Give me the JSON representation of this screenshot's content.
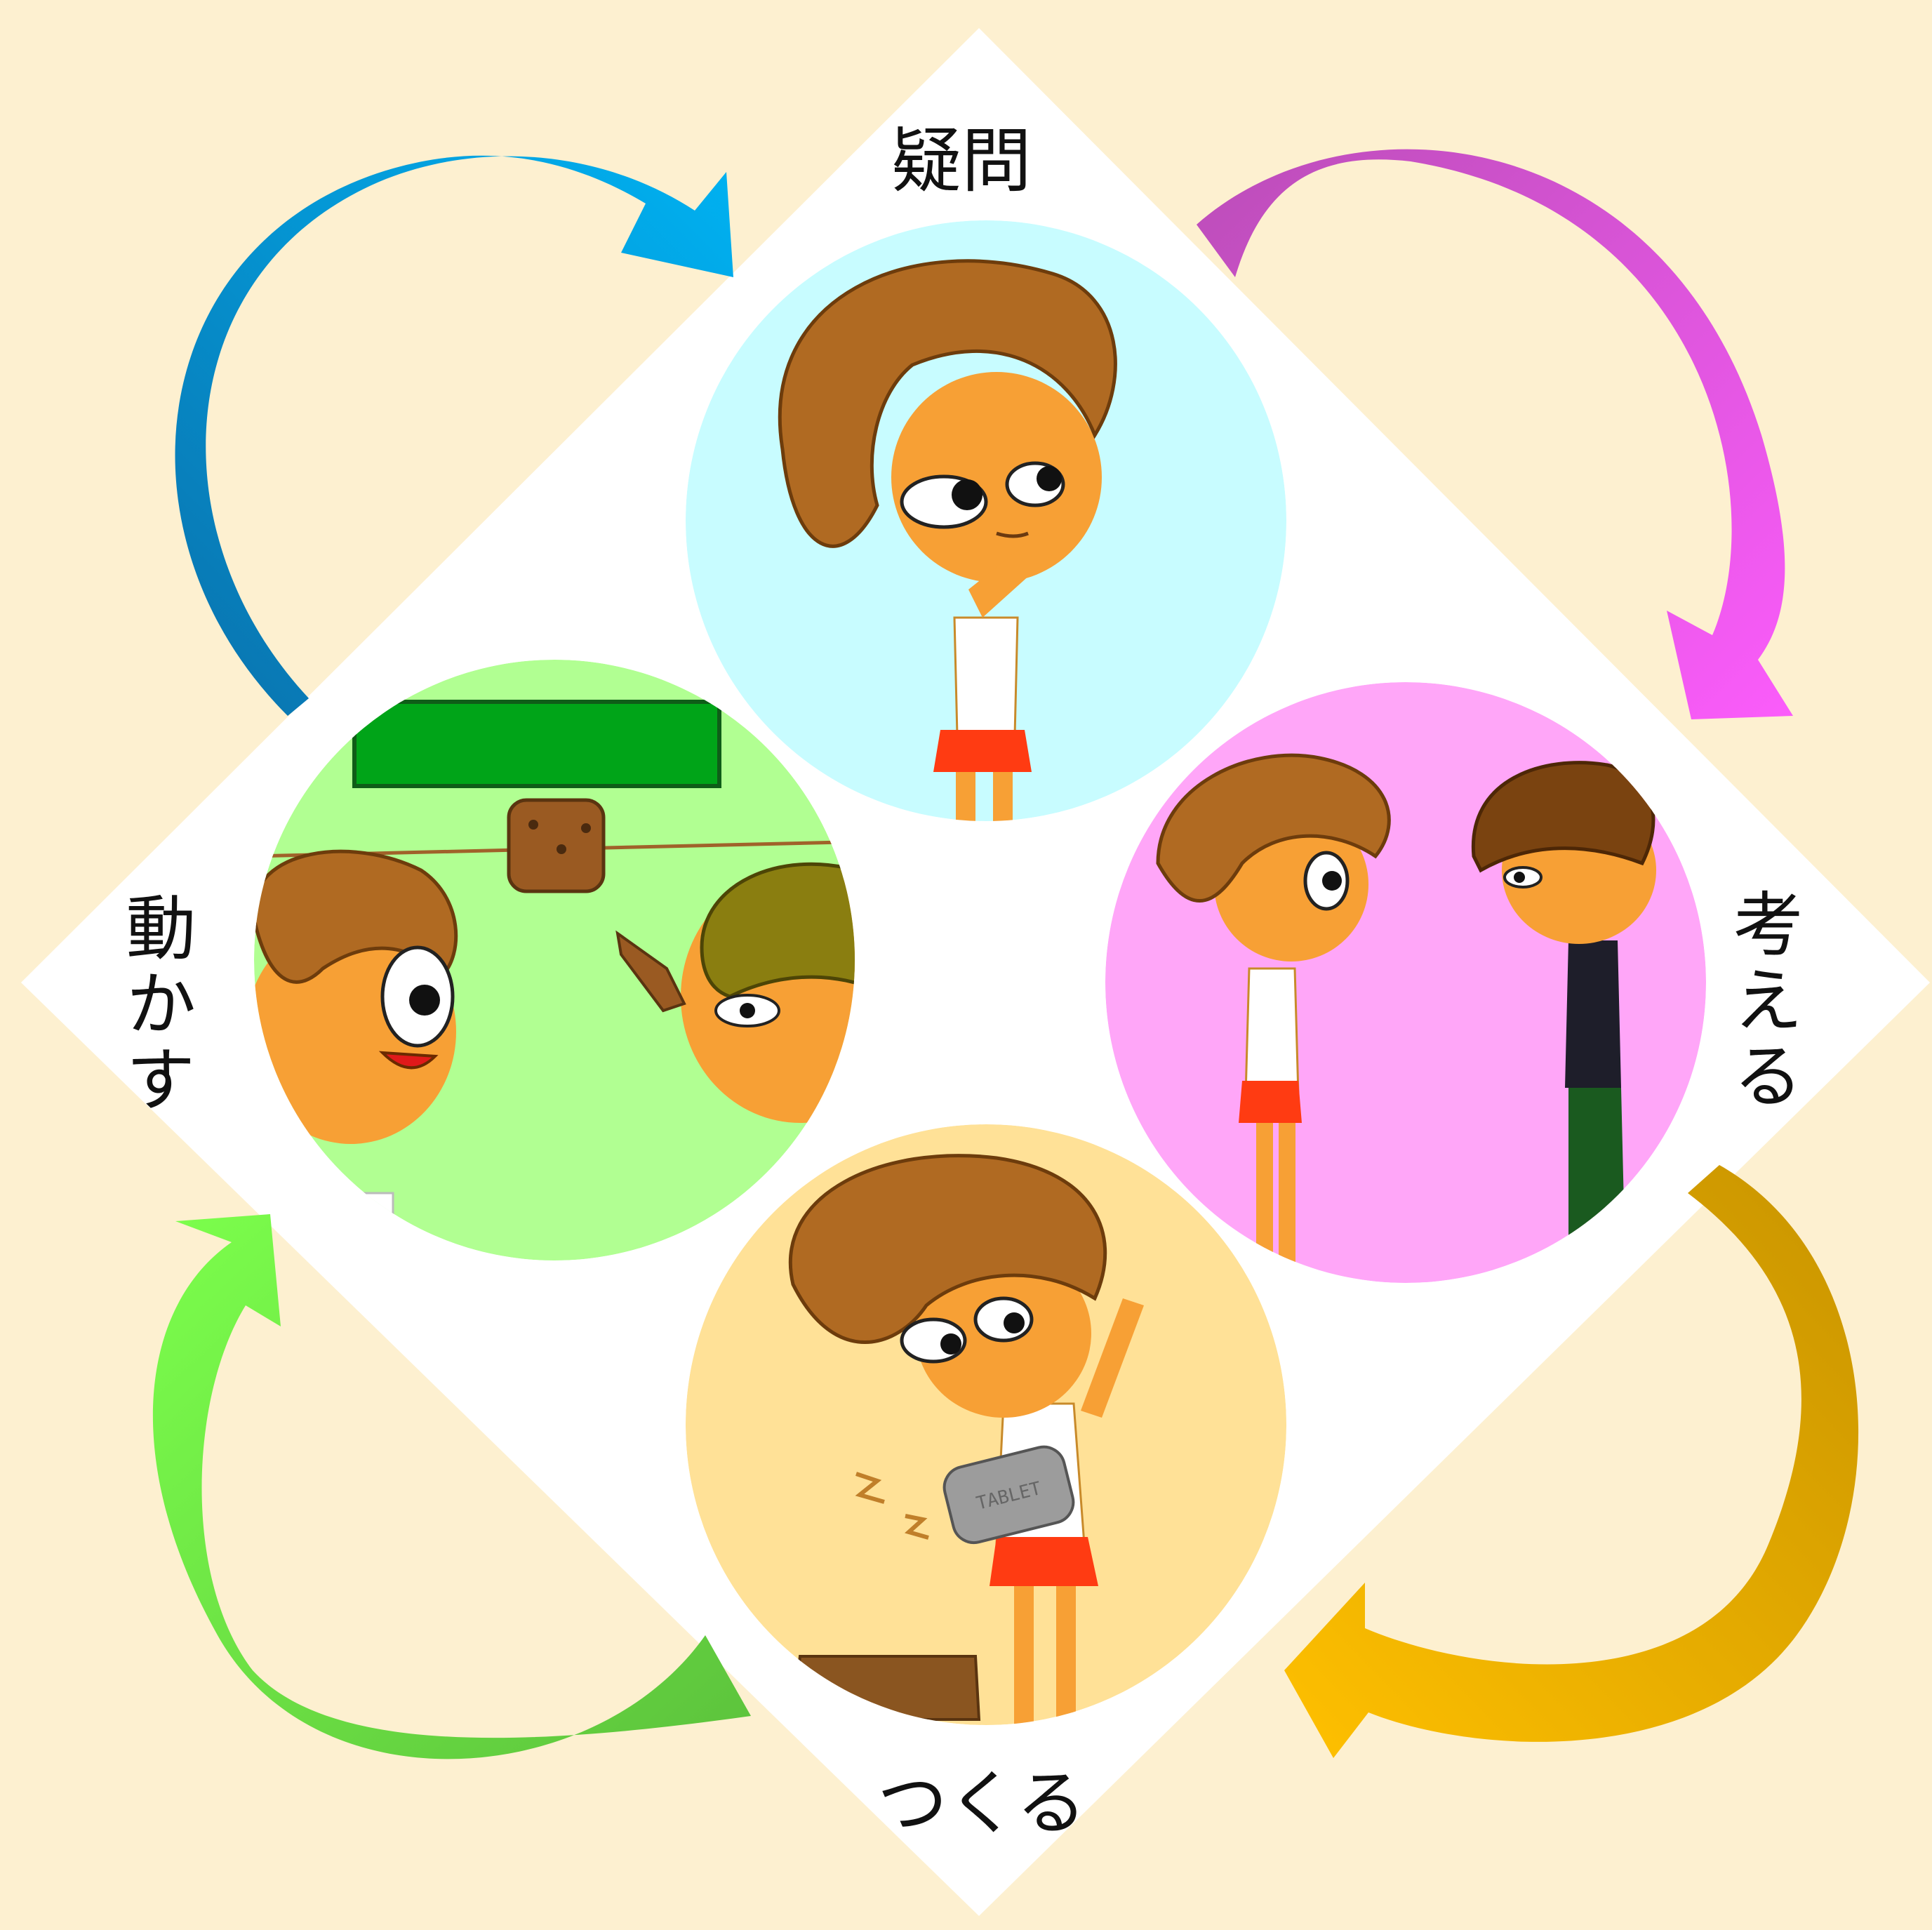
{
  "stages": {
    "top": {
      "label": "疑問",
      "bg": "#c8fcff"
    },
    "right": {
      "label": "考える",
      "bg": "#ffa6f8"
    },
    "bottom": {
      "label": "つくる",
      "bg": "#ffe197"
    },
    "left": {
      "label": "動かす",
      "bg": "#b1ff92"
    }
  },
  "props": {
    "tablet_text": "TABLET"
  },
  "colors": {
    "background": "#fdf0d0",
    "diamond": "#ffffff",
    "arrow_top_left": "#00a9ec",
    "arrow_top_right": "#e24fe0",
    "arrow_bottom_right": "#f5b800",
    "arrow_bottom_left": "#67d84a"
  },
  "icons": [
    "cycle-arrow-icon"
  ]
}
